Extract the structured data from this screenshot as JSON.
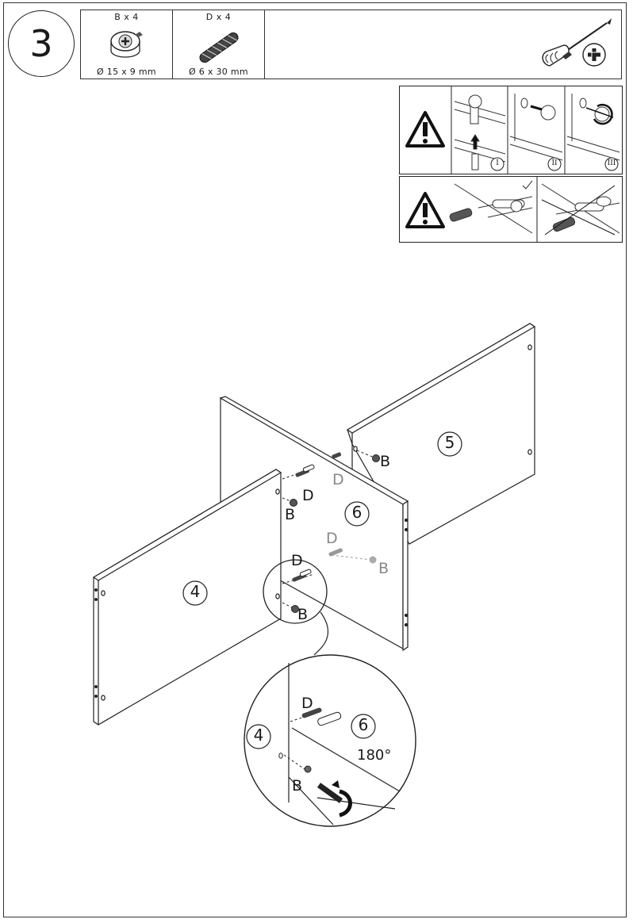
{
  "step": {
    "number": "3"
  },
  "parts": [
    {
      "id": "B",
      "quantity": "B x 4",
      "dimension": "Ø 15 x 9 mm",
      "icon": "cam-lock-icon"
    },
    {
      "id": "D",
      "quantity": "D x 4",
      "dimension": "Ø 6 x 30 mm",
      "icon": "dowel-icon"
    }
  ],
  "tool": {
    "icon": "phillips-screwdriver-icon"
  },
  "warnings": {
    "steps": [
      "I",
      "II",
      "III"
    ],
    "icon": "warning-triangle-icon"
  },
  "panels": {
    "left": "4",
    "middle": "6",
    "right": "5"
  },
  "callouts": {
    "dowel": "D",
    "cam": "B"
  },
  "detail": {
    "left_panel": "4",
    "right_panel": "6",
    "dowel": "D",
    "cam": "B",
    "rotation": "180°"
  }
}
